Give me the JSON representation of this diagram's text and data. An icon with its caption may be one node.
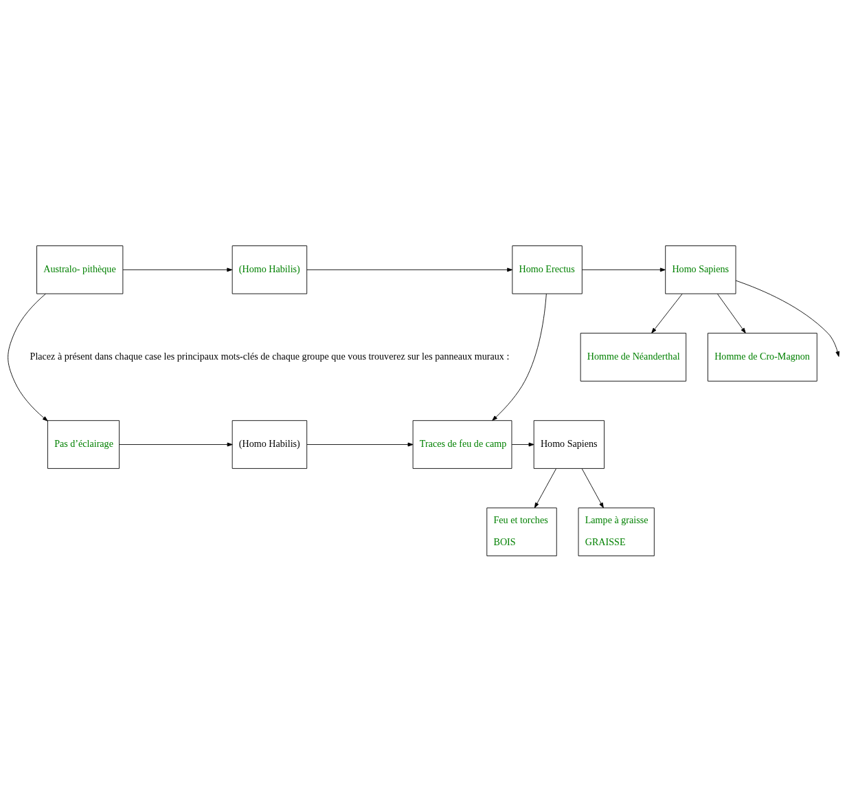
{
  "diagram": {
    "nodes": [
      {
        "text": [
          "Australo- pithèque"
        ]
      },
      {
        "text": [
          "(Homo Habilis)"
        ]
      },
      {
        "text": [
          "Homo Erectus"
        ]
      },
      {
        "text": [
          "Homo Sapiens"
        ]
      },
      {
        "text": [
          "Homme de Néanderthal"
        ]
      },
      {
        "text": [
          "Homme de Cro-Magnon"
        ]
      },
      {
        "text": [
          "Pas d’éclairage"
        ]
      },
      {
        "text": [
          "(Homo Habilis)"
        ]
      },
      {
        "text": [
          "Traces de feu de camp"
        ]
      },
      {
        "text": [
          "Homo Sapiens"
        ]
      },
      {
        "text": [
          "Feu et torches",
          "BOIS"
        ]
      },
      {
        "text": [
          "Lampe à graisse",
          "GRAISSE"
        ]
      }
    ],
    "edges": [
      {
        "from": 0,
        "to": 1,
        "arrow": "to"
      },
      {
        "from": 1,
        "to": 2,
        "arrow": "to"
      },
      {
        "from": 2,
        "to": 3,
        "arrow": "to"
      },
      {
        "from": 3,
        "to": 4,
        "arrow": "to"
      },
      {
        "from": 3,
        "to": 5,
        "arrow": "to"
      },
      {
        "from": 3,
        "to": null,
        "arrow": "to"
      },
      {
        "from": 0,
        "to": 6,
        "arrow": "to"
      },
      {
        "from": 2,
        "to": 8,
        "arrow": "to"
      },
      {
        "from": 6,
        "to": 7,
        "arrow": "to"
      },
      {
        "from": 7,
        "to": 8,
        "arrow": "to"
      },
      {
        "from": 8,
        "to": 9,
        "arrow": "to"
      },
      {
        "from": 9,
        "to": 10,
        "arrow": "to"
      },
      {
        "from": 9,
        "to": 11,
        "arrow": "to"
      }
    ],
    "labels": [
      "Placez à présent dans chaque case les principaux mots-clés de chaque groupe que vous trouverez sur les panneaux muraux :"
    ]
  }
}
